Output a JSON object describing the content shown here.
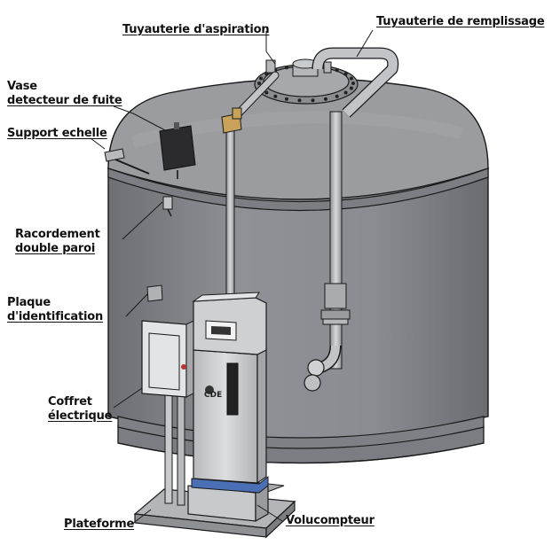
{
  "labels": {
    "aspiration": "Tuyauterie d'aspiration",
    "remplissage": "Tuyauterie de remplissage",
    "vase_1": "Vase",
    "vase_2": "detecteur de fuite",
    "support": "Support echelle",
    "racordement_1": "Racordement",
    "racordement_2": "double paroi",
    "plaque_1": "Plaque",
    "plaque_2": "d'identification",
    "coffret_1": "Coffret",
    "coffret_2": "électrique",
    "plateforme": "Plateforme",
    "volucompteur": "Volucompteur"
  },
  "brand_mark": "CDE",
  "colors": {
    "tank": "#8a8c91",
    "tank_dark": "#6f7176",
    "tank_light": "#a4a6aa",
    "outline": "#1a1a1a",
    "pipe": "#b5b7ba",
    "valve": "#c8a25a",
    "dispenser": "#cfd0d2",
    "band": "#4a6fb5",
    "platform": "#9a9a9a"
  }
}
